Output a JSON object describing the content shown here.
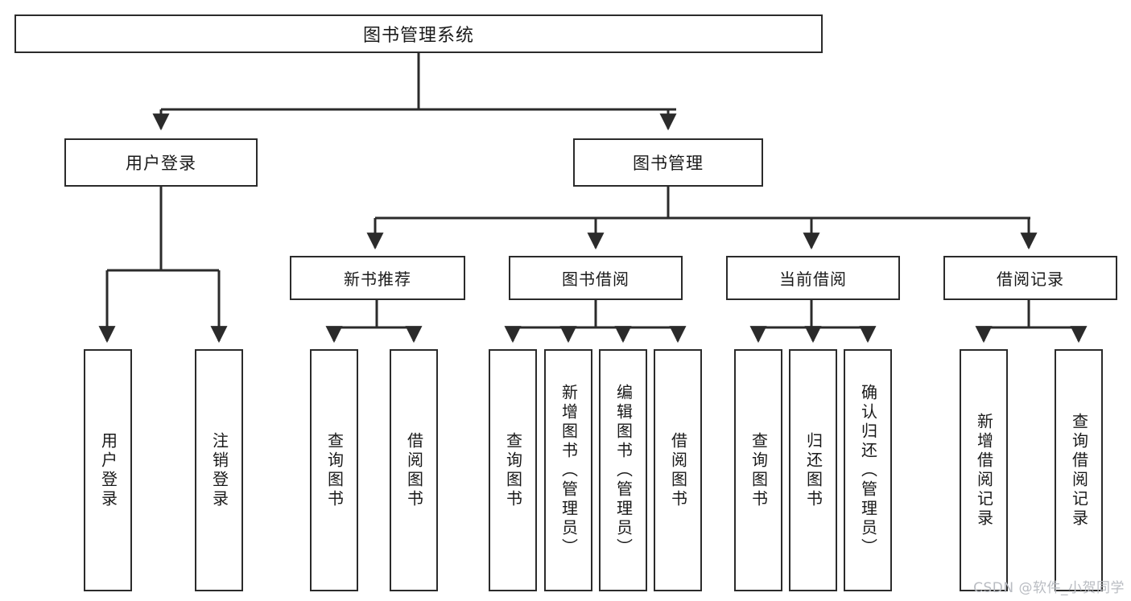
{
  "diagram": {
    "title": "图书管理系统",
    "type": "tree",
    "colors": {
      "box_border": "#2b2b2b",
      "box_fill": "#ffffff",
      "connector": "#2b2b2b",
      "background": "#ffffff",
      "watermark": "#b9bcc2"
    },
    "root": {
      "label": "图书管理系统"
    },
    "level1": [
      {
        "label": "用户登录"
      },
      {
        "label": "图书管理"
      }
    ],
    "level2": [
      {
        "label": "新书推荐"
      },
      {
        "label": "图书借阅"
      },
      {
        "label": "当前借阅"
      },
      {
        "label": "借阅记录"
      }
    ],
    "leaves": {
      "user_login": [
        {
          "label": "用户登录"
        },
        {
          "label": "注销登录"
        }
      ],
      "new_book_recommend": [
        {
          "label": "查询图书"
        },
        {
          "label": "借阅图书"
        }
      ],
      "book_borrow": [
        {
          "label": "查询图书"
        },
        {
          "label": "新增图书（管理员）"
        },
        {
          "label": "编辑图书（管理员）"
        },
        {
          "label": "借阅图书"
        }
      ],
      "current_borrow": [
        {
          "label": "查询图书"
        },
        {
          "label": "归还图书"
        },
        {
          "label": "确认归还（管理员）"
        }
      ],
      "borrow_record": [
        {
          "label": "新增借阅记录"
        },
        {
          "label": "查询借阅记录"
        }
      ]
    }
  },
  "watermark": {
    "text": "CSDN @软件_小贺同学"
  }
}
